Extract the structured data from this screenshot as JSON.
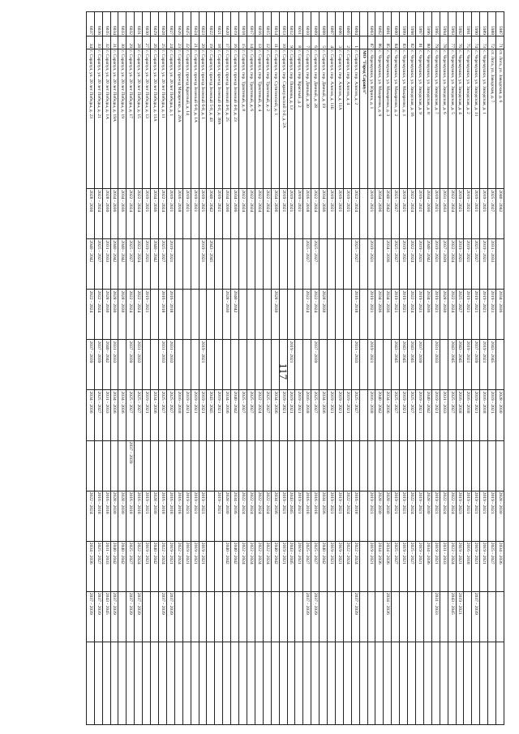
{
  "page_number": "117",
  "rows": [
    [
      "5987",
      "71",
      "ст. Лога, ул. Заводская, д. 6",
      "2040 - 2042",
      "",
      "2034 - 2036",
      "",
      "2028 - 2030",
      "",
      "2028 - 2030",
      "2034 - 2036",
      ""
    ],
    [
      "5988",
      "72",
      "ст. Лога, ул. Заводская, д. 7",
      "2025 - 2027",
      "2031 - 2033",
      "2019 - 2021",
      "2043 - 2045",
      "2019 - 2021",
      "",
      "2019 - 2021",
      "2025 - 2027",
      ""
    ],
    [
      "5989",
      "73",
      "с. Черемушки, ул. Заводская, д. 1",
      "2019 - 2021",
      "2019 - 2021",
      "2019 - 2021",
      "2019 - 2021",
      "2016 - 2018",
      "",
      "2019 - 2021",
      "2019 - 2021",
      ""
    ],
    [
      "5990",
      "74",
      "с. Черемушки, ул. Заводская, д. 11",
      "2019 - 2021",
      "2025 - 2027",
      "2019 - 2021",
      "2037 - 2039",
      "2019 - 2021",
      "",
      "2019 - 2021",
      "2019 - 2021",
      "2037 - 2039"
    ],
    [
      "5991",
      "75",
      "с. Черемушки, ул. Заводская, д. 2",
      "2019 - 2021",
      "2019 - 2021",
      "2019 - 2021",
      "2019 - 2021",
      "2016 - 2018",
      "",
      "2019 - 2021",
      "2016 - 2018",
      ""
    ],
    [
      "5992",
      "76",
      "с. Черемушки, ул. Заводская, д. 4",
      "2019 - 2021",
      "2019 - 2021",
      "2025 - 2027",
      "2043 - 2045",
      "2016 - 2018",
      "",
      "2019 - 2023",
      "2019 - 2021",
      "2019 - 2021"
    ],
    [
      "5993",
      "77",
      "с. Черемушки, ул. Заводская, д. 5",
      "2022 - 2024",
      "2022 - 2024",
      "2022 - 2024",
      "2043 - 2045",
      "2025 - 2027",
      "",
      "2022 - 2024",
      "2022 - 2024",
      "2043 - 2045"
    ],
    [
      "5994",
      "78",
      "с. Черемушки, ул. Заводская, д. 6",
      "2031 - 2033",
      "2037 - 2039",
      "2028 - 2030",
      "",
      "2031 - 2033",
      "",
      "2022 - 2024",
      "2031 - 2033",
      ""
    ],
    [
      "5995",
      "79",
      "с. Черемушки, ул. Заводская, д. 7",
      "2019 - 2021",
      "2019 - 2021",
      "2019 - 2021",
      "2031 - 2033",
      "2019 - 2021",
      "",
      "2019 - 2021",
      "2019 - 2021",
      "2031 - 2033"
    ],
    [
      "5996",
      "80",
      "с. Черемушки, ул. Заводская, д. 8",
      "2034 - 2036",
      "2040 - 2042",
      "2034 - 2036",
      "",
      "2040 - 2042",
      "",
      "2028 - 2030",
      "2034 - 2036",
      ""
    ],
    [
      "5997",
      "81",
      "с. Черемушки, ул. Заводская, д. 9",
      "2019 - 2021",
      "2019 - 2021",
      "2019 - 2021",
      "2037 - 2039",
      "2019 - 2021",
      "",
      "2019 - 2021",
      "2019 - 2021",
      ""
    ],
    [
      "5998",
      "82",
      "с. Черемушки, ул. Заводская, д. 16",
      "2022 - 2024",
      "2022 - 2024",
      "2022 - 2024",
      "2043 - 2045",
      "2025 - 2027",
      "",
      "2022 - 2024",
      "2025 - 2027",
      ""
    ],
    [
      "5999",
      "83",
      "с. Черемушки, ул. Макаренко, д. 1",
      "2019 - 2021",
      "2019 - 2021",
      "2019 - 2021",
      "2043 - 2045",
      "2019 - 2021",
      "",
      "2019 - 2021",
      "2019 - 2021",
      ""
    ],
    [
      "6000",
      "84",
      "с. Черемушки, ул. Макаренко, д. 2",
      "2025 - 2027",
      "2025 - 2027",
      "2019 - 2021",
      "2043 - 2045",
      "2025 - 2027",
      "",
      "2019 - 2021",
      "2025 - 2027",
      ""
    ],
    [
      "6001",
      "85",
      "с. Черемушки, ул. Макаренко, д. 3",
      "2040 - 2042",
      "2034 - 2036",
      "2034 - 2036",
      "",
      "2034 - 2036",
      "",
      "2028 - 2030",
      "2034 - 2036",
      "2034 - 2036"
    ],
    [
      "6002",
      "86",
      "с. Черемушки, ул. Макаренко, д. 9",
      "2034 - 2036",
      "",
      "2034 - 2036",
      "",
      "2040 - 2042",
      "",
      "2028 - 2030",
      "2034 - 2036",
      ""
    ],
    [
      "6003",
      "87",
      "с. Черемушки, ул. Юрина, д. 1",
      "2019 - 2021",
      "2019 - 2021",
      "2019 - 2021",
      "2019 - 2021",
      "2016 - 2018",
      "",
      "2019 - 2021",
      "2019 - 2021",
      ""
    ],
    [
      "",
      "",
      "МО \"Город Сарапул\"",
      "",
      "",
      "",
      "",
      "",
      "",
      "",
      "",
      ""
    ],
    [
      "6004",
      "1",
      "г. Сарапул, пер. Алисов, д. 2",
      "2022 - 2024",
      "2025 - 2027",
      "2016 - 2018",
      "2031 - 2033",
      "2025 - 2027",
      "",
      "2016 - 2018",
      "2022 - 2024",
      "2037 - 2039"
    ],
    [
      "6005",
      "2",
      "г. Сарапул, пер. Алисов, д. 4",
      "2019 - 2021",
      "",
      "",
      "",
      "2019 - 2021",
      "",
      "2022 - 2024",
      "2022 - 2024",
      ""
    ],
    [
      "6006",
      "3",
      "г. Сарапул, пер. Алисов, д. 11А",
      "2019 - 2021",
      "",
      "",
      "",
      "2019 - 2021",
      "",
      "2019 - 2021",
      "2019 - 2021",
      ""
    ],
    [
      "6007",
      "4",
      "г. Сарапул, пер. Алисов, д. 11Б",
      "2019 - 2021",
      "",
      "",
      "",
      "2019 - 2021",
      "",
      "2019 - 2021",
      "2019 - 2021",
      ""
    ],
    [
      "6008",
      "5",
      "г. Сарапул, пер. Дачный, д. 19",
      "2034 - 2036",
      "",
      "2028 - 2030",
      "",
      "2034 - 2036",
      "",
      "2034 - 2036",
      "2040 - 2042",
      ""
    ],
    [
      "6009",
      "6",
      "г. Сарапул, пер. Дачный, д. 28",
      "2022 - 2024",
      "2025 - 2027",
      "2022 - 2024",
      "2037 - 2039",
      "2025 - 2027",
      "",
      "2016 - 2018",
      "2025 - 2027",
      "2037 - 2039"
    ],
    [
      "6010",
      "7",
      "г. Сарапул, пер. Дачный, д. 30",
      "2016 - 2018",
      "2025 - 2027",
      "2022 - 2024",
      "",
      "2016 - 2018",
      "",
      "2016 - 2018",
      "2025 - 2027",
      "2037 - 2039"
    ],
    [
      "6011",
      "8",
      "г. Сарапул, пер. Красный, д. 2",
      "2019 - 2021",
      "",
      "",
      "",
      "2019 - 2021",
      "",
      "2019 - 2021",
      "2019 - 2021",
      ""
    ],
    [
      "6012",
      "9",
      "г. Сарапул, пер. Пимкова, д. 13",
      "2019 - 2021",
      "",
      "",
      "2019 - 2021",
      "2019 - 2021",
      "",
      "2043 - 2045",
      "2043 - 2045",
      ""
    ],
    [
      "6013",
      "10",
      "г. Сарапул, пер. Сарапульский 3-й, д. 2А",
      "2019 - 2021",
      "",
      "",
      "",
      "2019 - 2021",
      "",
      "2019 - 2021",
      "2019 - 2021",
      ""
    ],
    [
      "6014",
      "11",
      "г. Сарапул, пер. Сутягинский, д. 1",
      "2034 - 2036",
      "",
      "2028 - 2030",
      "",
      "2034 - 2036",
      "",
      "2034 - 2036",
      "2040 - 2042",
      ""
    ],
    [
      "6015",
      "12",
      "г. Сарапул, пер. Трактовый, д. 2",
      "2022 - 2024",
      "",
      "",
      "",
      "2025 - 2027",
      "",
      "2022 - 2024",
      "2022 - 2024",
      ""
    ],
    [
      "6016",
      "13",
      "г. Сарапул, пер. Трактовый, д. 4",
      "2022 - 2024",
      "",
      "",
      "",
      "2022 - 2024",
      "",
      "2022 - 2024",
      "2022 - 2024",
      ""
    ],
    [
      "6017",
      "14",
      "г. Сарапул, пер. Трактовый, д. 6",
      "2022 - 2024",
      "",
      "",
      "",
      "2025 - 2027",
      "",
      "2022 - 2024",
      "2022 - 2024",
      ""
    ],
    [
      "6018",
      "15",
      "г. Сарапул, пер. Трактовый, д. 8",
      "2022 - 2024",
      "",
      "",
      "",
      "2025 - 2027",
      "",
      "2022 - 2024",
      "2022 - 2024",
      ""
    ],
    [
      "6019",
      "16",
      "г. Сарапул, проезд Зеленый 4-8, д. 23",
      "2034 - 2036",
      "",
      "2040 - 2042",
      "",
      "2040 - 2042",
      "",
      "2034 - 2036",
      "2040 - 2042",
      ""
    ],
    [
      "6020",
      "17",
      "г. Сарапул, проезд Зеленый 4-8, д. 25",
      "2034 - 2036",
      "",
      "2028 - 2030",
      "",
      "2034 - 2036",
      "",
      "2028 - 2030",
      "2040 - 2042",
      ""
    ],
    [
      "6021",
      "18",
      "г. Сарапул, проезд Зеленый 4-8, д. 38А",
      "2019 - 2021",
      "",
      "",
      "",
      "2019 - 2021",
      "",
      "2019 - 2021",
      "",
      ""
    ],
    [
      "6022",
      "19",
      "г. Сарапул, проезд Зеленый 5-8, д. 43",
      "2040 - 2042",
      "2043 - 2045",
      "",
      "",
      "2043 - 2045",
      "",
      "",
      "",
      ""
    ],
    [
      "6023",
      "20",
      "г. Сарапул, проезд Зеленый 6-8, д. 1",
      "2019 - 2021",
      "2019 - 2021",
      "",
      "2019 - 2021",
      "2019 - 2021",
      "",
      "2019 - 2021",
      "2019 - 2021",
      ""
    ],
    [
      "6024",
      "21",
      "г. Сарапул, проезд Зеленый 6-8, д. 1А",
      "2019 - 2021",
      "",
      "",
      "",
      "2019 - 2021",
      "",
      "2019 - 2021",
      "2019 - 2021",
      ""
    ],
    [
      "6025",
      "22",
      "г. Сарапул, проезд Красный, д. 14",
      "2019 - 2021",
      "",
      "",
      "",
      "2019 - 2021",
      "",
      "2019 - 2021",
      "2019 - 2021",
      ""
    ],
    [
      "6026",
      "23",
      "г. Сарапул, проезд Макаренко, д. 20А",
      "2016 - 2018",
      "",
      "",
      "",
      "2016 - 2018",
      "",
      "2016 - 2018",
      "2022 - 2024",
      ""
    ],
    [
      "6027",
      "24",
      "г. Сарапул, ул. 20 лет Победы, д. 1",
      "2019 - 2021",
      "2019 - 2021",
      "2016 - 2018",
      "2031 - 2033",
      "2025 - 2027",
      "",
      "2016 - 2018",
      "2019 - 2021",
      "2037 - 2039"
    ],
    [
      "6028",
      "25",
      "г. Сарапул, ул. 20 лет Победы, д. 11",
      "2022 - 2024",
      "2025 - 2027",
      "2016 - 2018",
      "2031 - 2033",
      "2025 - 2027",
      "",
      "2016 - 2018",
      "2022 - 2024",
      "2037 - 2039"
    ],
    [
      "6029",
      "26",
      "г. Сарапул, ул. 20 лет Победы, д. 11А",
      "2034 - 2036",
      "2040 - 2042",
      "",
      "",
      "2034 - 2036",
      "",
      "2028 - 2030",
      "2040 - 2042",
      ""
    ],
    [
      "6030",
      "27",
      "г. Сарапул, ул. 20 лет Победы, д. 13",
      "2019 - 2021",
      "2019 - 2021",
      "2019 - 2021",
      "",
      "2019 - 2021",
      "",
      "2019 - 2021",
      "2019 - 2021",
      ""
    ],
    [
      "6031",
      "28",
      "г. Сарапул, ул. 20 лет Победы, д. 15",
      "2022 - 2024",
      "2022 - 2024",
      "2022 - 2024",
      "2031 - 2033",
      "2025 - 2027",
      "",
      "2016 - 2018",
      "2022 - 2024",
      "2037 - 2039"
    ],
    [
      "6032",
      "29",
      "г. Сарапул, ул. 20 лет Победы, д. 17",
      "2022 - 2024",
      "2025 - 2027",
      "2022 - 2024",
      "2037 - 2039",
      "2025 - 2027",
      "2037 - 2039",
      "2016 - 2018",
      "2025 - 2027",
      "2037 - 2039"
    ],
    [
      "6033",
      "30",
      "г. Сарапул, ул. 20 лет Победы, д. 19",
      "2034 - 2036",
      "2040 - 2042",
      "2028 - 2030",
      "",
      "2034 - 2036",
      "",
      "2028 - 2030",
      "2040 - 2042",
      ""
    ],
    [
      "6034",
      "31",
      "г. Сарапул, ул. 20 лет Победы, д. 19А",
      "2034 - 2036",
      "2040 - 2042",
      "2028 - 2030",
      "2031 - 2033",
      "2034 - 2036",
      "",
      "2028 - 2030",
      "2040 - 2042",
      "2037 - 2039"
    ],
    [
      "6035",
      "32",
      "г. Сарапул, ул. 20 лет Победы, д. 1А",
      "2028 - 2030",
      "2031 - 2033",
      "2028 - 2030",
      "2040 - 2042",
      "2031 - 2033",
      "",
      "2016 - 2018",
      "2031 - 2033",
      "2043 - 2045"
    ],
    [
      "6036",
      "33",
      "г. Сарапул, ул. 20 лет Победы, д. 21",
      "2022 - 2024",
      "2025 - 2027",
      "2022 - 2024",
      "2037 - 2039",
      "2025 - 2027",
      "",
      "2016 - 2018",
      "2025 - 2027",
      "2037 - 2039"
    ],
    [
      "6037",
      "34",
      "г. Сарапул, ул. 20 лет Победы, д. 23",
      "2028 - 2030",
      "2040 - 2042",
      "2022 - 2024",
      "2037 - 2039",
      "2034 - 2036",
      "",
      "2022 - 2024",
      "2034 - 2036",
      "2037 - 2039"
    ]
  ]
}
